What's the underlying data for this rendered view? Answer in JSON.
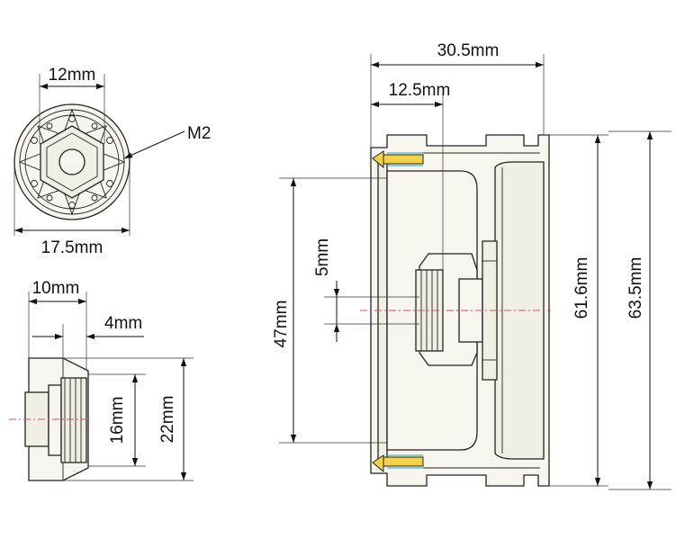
{
  "labels": {
    "top_width_12": "12mm",
    "hole_callout": "M2",
    "hub_diameter": "17.5mm",
    "side_width_10": "10mm",
    "side_width_4": "4mm",
    "inner_height_16": "16mm",
    "outer_height_22": "22mm",
    "overall_width": "30.5mm",
    "hub_offset": "12.5mm",
    "offset_5": "5mm",
    "height_47": "47mm",
    "rim_61_6": "61.6mm",
    "tire_63_5": "63.5mm"
  },
  "colors": {
    "line": "#222222",
    "centerline": "#d0507a",
    "screw": "#f2d24a",
    "thread": "#2aa7a8"
  }
}
